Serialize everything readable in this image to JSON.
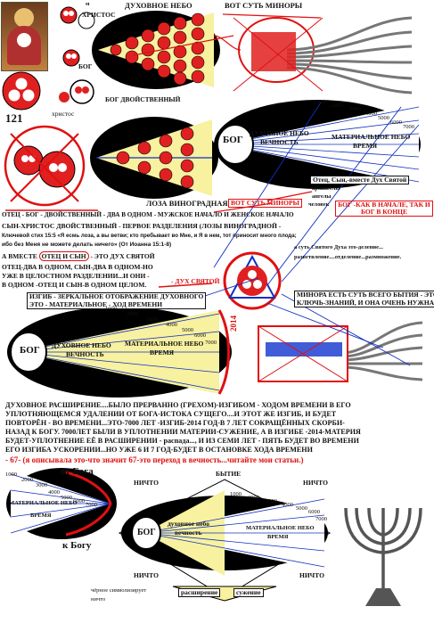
{
  "labels": {
    "m_top": "м",
    "christ_top": "ХРИСТОС",
    "heaven_top": "ДУХОВНОЕ НЕБО",
    "menorah_essence": "ВОТ СУТЬ МИНОРЫ",
    "god1": "БОГ",
    "god_dual": "БОГ ДВОЙСТВЕННЫЙ",
    "christ_small": "христос",
    "num_121": "121",
    "bog_short": "БОГ",
    "heaven_eternity": "ДУХОВНОЕ НЕБО ВЕЧНОСТЬ",
    "heaven_eternity_a": "ДУХОВНОЕ НЕБО",
    "heaven_eternity_b": "ВЕЧНОСТЬ",
    "material_time_a": "МАТЕРИАЛЬНОЕ НЕБО",
    "material_time_b": "ВРЕМЯ",
    "trinity_note": "Отец, Сын,-вместе Дух Святой",
    "archangels": "архангелы",
    "angels": "ангелы",
    "human": "человек",
    "god_begin_end": "БОГ -КАК В НАЧАЛЕ, ТАК И БОГ В КОНЦЕ",
    "vine_title": "ЛОЗА ВИНОГРАДНАЯ",
    "menorah_essence2": "ВОТ СУТЬ МИНОРЫ",
    "father_line": "ОТЕЦ - БОГ - ДВОЙСТВЕННЫЙ - ДВА В ОДНОМ - МУЖСКОЕ НАЧАЛО И ЖЕНСКОЕ НАЧАЛО",
    "son_line": "СЫН-ХРИСТОС ДВОЙСТВЕННЫЙ - ПЕРВОЕ РАЗДЕЛЕНИЯ (ЛОЗЫ ВИНОГРАДНОЙ -",
    "verse_line1": "Ключевой стих 15:5 «Я есмь лоза, а вы ветви; кто  пребывает во Мне, и Я в нем, тот приносит много плода;",
    "verse_line2": "ибо без Меня не можете делать ничего»  (От Иоанна 15:1-8)",
    "together_a": "А ВМЕСТЕ",
    "together_b": "ОТЕЦ И СЫН",
    "together_c": "- ЭТО ДУХ СВЯТОЙ",
    "spirit_division": "а суть Святого Духа это-деление...",
    "spirit_branching": "разветвление....отделение...размножение.",
    "two_in_one_1": "ОТЕЦ-ДВА В ОДНОМ, СЫН-ДВА В ОДНОМ-НО",
    "two_in_one_2": "УЖЕ В ЦЕЛОСТНОМ РАЗДЕЛЕНИИ...И ОНИ -",
    "two_in_one_3": "В ОДНОМ -ОТЕЦ И СЫН-В ОДНОМ ЦЕЛОМ.",
    "holy_spirit": "- ДУХ СВЯТОЙ",
    "mirror_1": "ИЗГИБ - ЗЕРКАЛЬНОЕ ОТОБРАЖЕНИЕ ДУХОВНОГО",
    "mirror_2": "ЭТО - МАТЕРИАЛЬНОЕ - ХОД ВРЕМЕНИ",
    "menorah_key_1": "МИНОРА ЕСТЬ СУТЬ ВСЕГО БЫТИЯ - ЭТО",
    "menorah_key_2": "КЛЮЧЬ-ЗНАНИЙ, И ОНА ОЧЕНЬ НУЖНА ...",
    "year_2014": "2014",
    "para": [
      "ДУХОВНОЕ РАСШИРЕНИЕ....БЫЛО ПРЕРВАННО (ГРЕХОМ)-ИЗГИБОМ - ХОДОМ ВРЕМЕНИ В ЕГО",
      "УПЛОТНЯЮЩЕМСЯ УДАЛЕНИИ ОТ БОГА-ИСТОКА СУЩЕГО....И ЭТОТ ЖЕ ИЗГИБ,  И БУДЕТ",
      "ПОВТОРЁН - ВО ВРЕМЕНИ...ЭТО-7000 ЛЕТ -ИЗГИБ-2014 ГОД-В 7 ЛЕТ СОКРАЩЁННЫХ СКОРБИ-",
      "НАЗАД К БОГУ. 7000ЛЕТ БЫЛИ В УПЛОТНЕНИИ МАТЕРИИ-СУЖЕНИЕ, А В ИЗГИБЕ -2014-МАТЕРИЯ",
      "БУДЕТ-УПЛОТНЕНИЕ ЕЁ В РАСШИРЕНИИ - распада..., И ИЗ СЕМИ ЛЕТ - ПЯТЬ БУДЕТ ВО ВРЕМЕНИ",
      "ЕГО  ИЗГИБА УСКОРЕНИИ...НО УЖЕ 6 И 7 ГОД-БУДЕТ В ОСТАНОВКЕ ХОДА ВРЕМЕНИ"
    ],
    "para_red": "- 67- (я описывала это-что  значит 67-это переход в вечность...читайте мои статьи.)",
    "from_god": "от Бога",
    "to_god": "к Богу",
    "nothing_1": "НИЧТО",
    "existence": "БЫТИЕ",
    "nothing_2": "НИЧТО",
    "nothing_3": "НИЧТО",
    "nothing_4": "НИЧТО",
    "black_nothing_1": "чёрное символизирует",
    "black_nothing_2": "ничто",
    "bog_bottom": "БОГ",
    "spirit_eternity_a": "духовное небо",
    "spirit_eternity_b": "вечность",
    "expansion": "расширение",
    "narrowing": "сужение",
    "mat_heaven_time_a": "МАТЕРИАЛЬНОЕ НЕБО",
    "mat_heaven_time_b": "ВРЕМЯ"
  },
  "scale_numbers": [
    "1000",
    "2000",
    "3000",
    "4000",
    "5000",
    "6000",
    "7000"
  ],
  "colors": {
    "red": "#e01010",
    "blue": "#1030c0",
    "black": "#000000",
    "yellow": "#f7f1a0",
    "circle_red": "#e02020"
  }
}
